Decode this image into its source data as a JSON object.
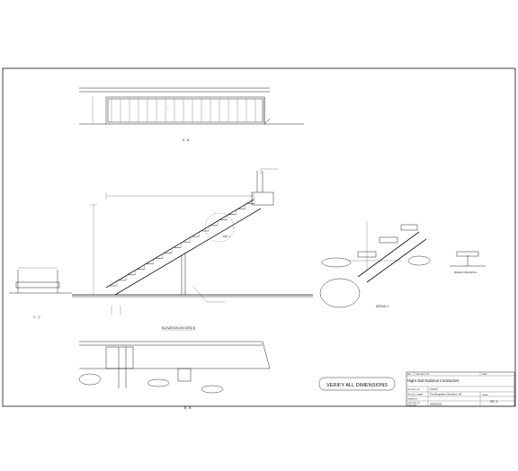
{
  "drawing": {
    "verify_note": "VERIFY ALL DIMENSIONS",
    "elevation_caption": "ELEVATION ON GRID B",
    "detail_caption": "DETAIL 1",
    "base_plate_caption": "BASE PLATE DETAIL",
    "section_a": "A - A",
    "section_b": "B - B",
    "section_c": "C - C",
    "callout_label": "DET. 1"
  },
  "title_block": {
    "rev_label": "REV",
    "description_label": "DESCRIPTION",
    "date_label": "DATE",
    "company": "Night Owl National Contractors",
    "project_no_label": "PROJECT NO",
    "project_no": "XXXXX",
    "project_name_label": "PROJECT NAME",
    "project_name": "The Bungalows, Dennison, NC",
    "drawn_by_label": "DRAWN BY",
    "checked_by_label": "CHECKED BY",
    "issue_date_label": "ISSUE DATE",
    "issue_date": "05/02/2023",
    "sheet_label": "SHEET",
    "sheet_no": "ST-1"
  },
  "colors": {
    "line": "#222222",
    "paper": "#ffffff"
  }
}
